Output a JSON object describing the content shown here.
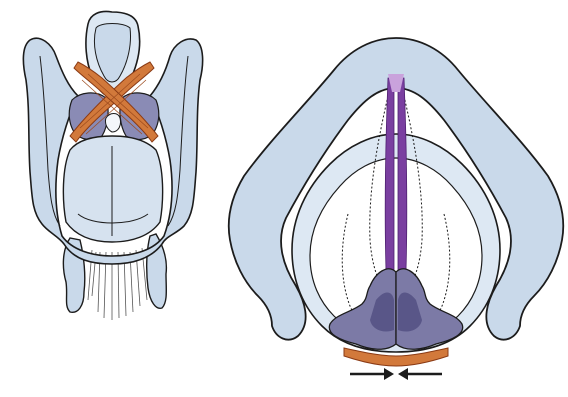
{
  "figures": [
    {
      "id": "posterior-view",
      "parts": [
        "epiglottis",
        "thyroid-cartilage",
        "oblique-arytenoid-muscle",
        "cricoid-cartilage",
        "trachea"
      ]
    },
    {
      "id": "superior-view",
      "parts": [
        "thyroid-cartilage",
        "cricoid-cartilage",
        "vocal-folds",
        "arytenoid-cartilages",
        "transverse-arytenoid-muscle",
        "direction-arrows"
      ]
    }
  ],
  "colors": {
    "cartilage": "#c9d9ea",
    "cartilage_light": "#dde8f3",
    "outline": "#1c1c1c",
    "muscle": "#d2793b",
    "muscle_dark": "#8a3a14",
    "arytenoid": "#7c7aa6",
    "arytenoid_dark": "#4d4b7d",
    "vocal_fold": "#7a3fa0",
    "vocal_fold_light": "#c9a2dc",
    "background": "#ffffff"
  }
}
